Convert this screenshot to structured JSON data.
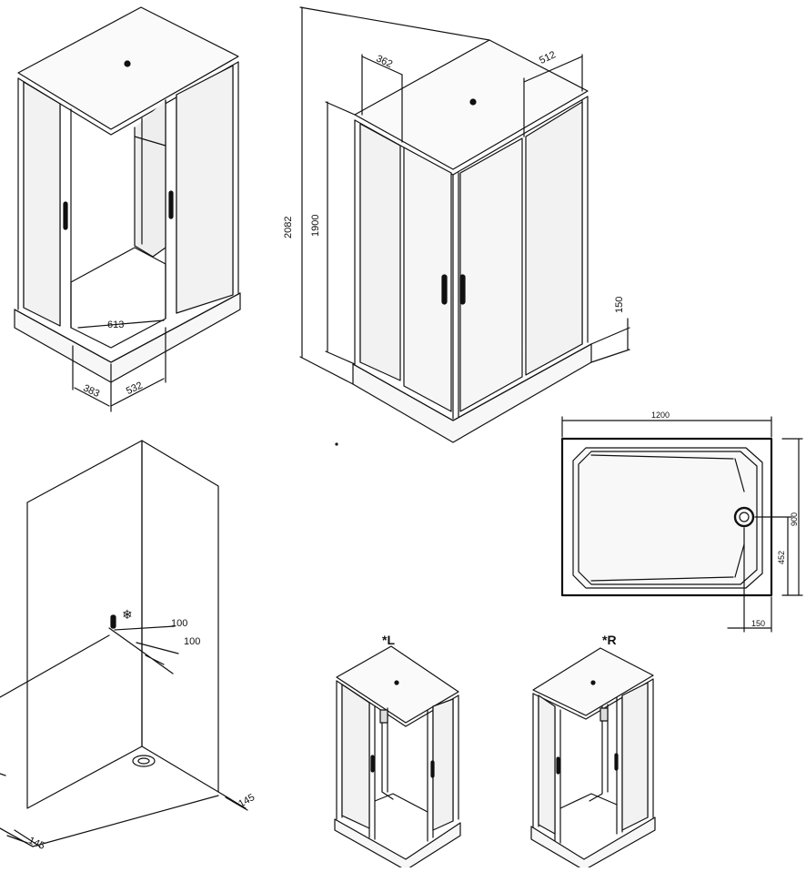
{
  "dimensions": {
    "d613": "613",
    "d383": "383",
    "d532": "532",
    "d362": "362",
    "d512": "512",
    "d2082": "2082",
    "d1900": "1900",
    "d150": "150",
    "tray_width": "1200",
    "tray_depth": "900",
    "drain_y": "452",
    "drain_x": "150",
    "inlet_a": "100",
    "inlet_b": "100",
    "wall_a": "145",
    "wall_b": "145"
  },
  "variants": {
    "left": "*L",
    "right": "*R"
  },
  "icons": {
    "thermo": "thermometer-icon",
    "snow": "snowflake-icon"
  },
  "colors": {
    "line": "#111111",
    "panel": "#f4f4f4"
  }
}
